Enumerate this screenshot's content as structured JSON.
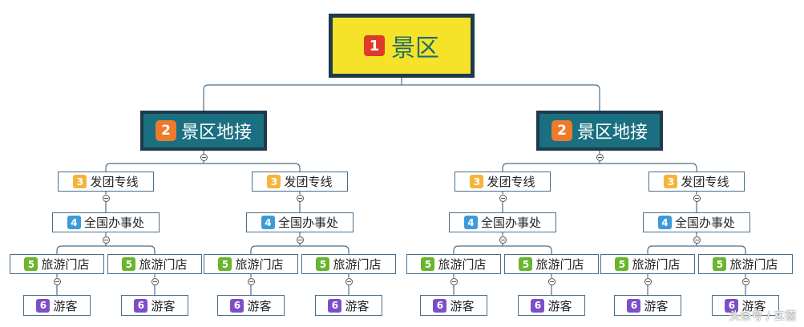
{
  "colors": {
    "root_fill": "#f7e22a",
    "root_border": "#1f3a4d",
    "root_text": "#1e6f6b",
    "level2_fill": "#1a6f80",
    "connector": "#4a6e8a",
    "badge_1": "#e03a2b",
    "badge_2": "#ee7a2c",
    "badge_3": "#f5b53c",
    "badge_4": "#3c9bd6",
    "badge_5": "#6ab52e",
    "badge_6": "#7d4fc7"
  },
  "root": {
    "badge": "1",
    "label": "景区"
  },
  "level2": {
    "badge": "2",
    "label": "景区地接"
  },
  "level3": {
    "badge": "3",
    "label": "发团专线"
  },
  "level4": {
    "badge": "4",
    "label": "全国办事处"
  },
  "level5": {
    "badge": "5",
    "label": "旅游门店"
  },
  "level6": {
    "badge": "6",
    "label": "游客"
  },
  "collapse_icon": "circle-minus-icon",
  "watermark": "头条号 / 玄德"
}
